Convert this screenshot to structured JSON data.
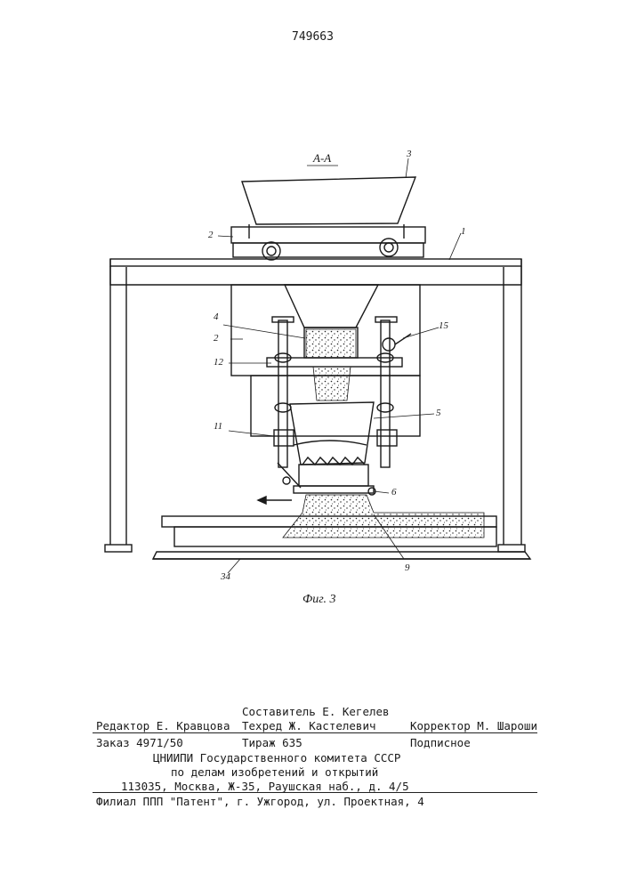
{
  "patent_number": "749663",
  "figure": {
    "section_label": "А-А",
    "caption": "Фиг. 3",
    "callouts": {
      "c1": "1",
      "c2a": "2",
      "c2b": "2",
      "c3": "3",
      "c4": "4",
      "c5": "5",
      "c6": "6",
      "c9": "9",
      "c11": "11",
      "c12": "12",
      "c15": "15",
      "c34": "34"
    }
  },
  "footer": {
    "compiler": "Составитель Е. Кегелев",
    "editor": "Редактор Е. Кравцова",
    "techred": "Техред Ж. Кастелевич",
    "corrector": "Корректор М. Шароши",
    "order": "Заказ 4971/50",
    "circulation": "Тираж 635",
    "subscription": "Подписное",
    "org_line1": "ЦНИИПИ Государственного комитета СССР",
    "org_line2": "по делам изобретений и открытий",
    "address": "113035, Москва, Ж-35, Раушская наб., д. 4/5",
    "branch": "Филиал ППП \"Патент\", г. Ужгород, ул. Проектная, 4"
  }
}
